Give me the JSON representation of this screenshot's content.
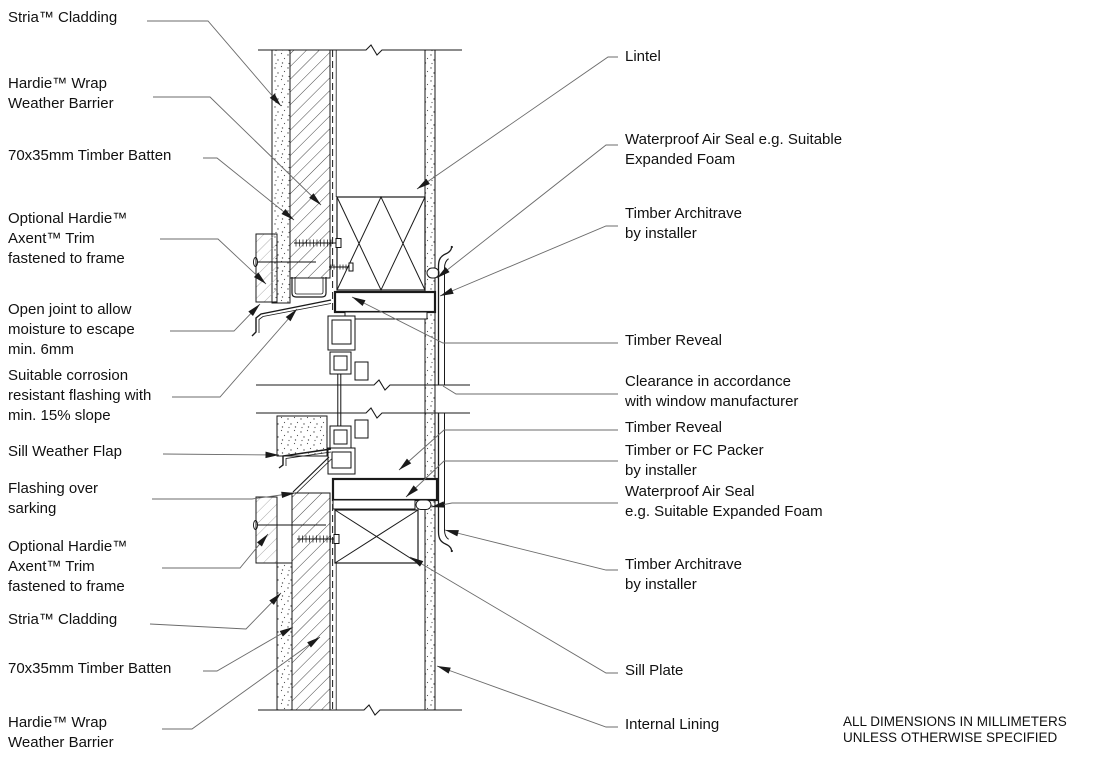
{
  "diagram": {
    "type": "architectural-section-detail",
    "subject": "Stria Cladding window head and sill detail",
    "colors": {
      "background": "#ffffff",
      "line": "#1a1a1a",
      "leader": "#6b6b6b"
    },
    "left_labels": [
      {
        "id": "stria-cladding-top",
        "text": "Stria™ Cladding"
      },
      {
        "id": "hardie-wrap-top",
        "text": "Hardie™ Wrap\nWeather Barrier"
      },
      {
        "id": "timber-batten-top",
        "text": "70x35mm Timber Batten"
      },
      {
        "id": "axent-trim-head",
        "text": "Optional Hardie™\nAxent™ Trim\nfastened to frame"
      },
      {
        "id": "open-joint",
        "text": "Open joint to allow\nmoisture to escape\nmin. 6mm"
      },
      {
        "id": "corrosion-flashing",
        "text": "Suitable corrosion\nresistant flashing with\nmin. 15% slope"
      },
      {
        "id": "sill-weather-flap",
        "text": "Sill Weather Flap"
      },
      {
        "id": "flashing-over-sarking",
        "text": "Flashing over\nsarking"
      },
      {
        "id": "axent-trim-sill",
        "text": "Optional Hardie™\nAxent™ Trim\nfastened to frame"
      },
      {
        "id": "stria-cladding-bottom",
        "text": "Stria™ Cladding"
      },
      {
        "id": "timber-batten-bottom",
        "text": "70x35mm Timber Batten"
      },
      {
        "id": "hardie-wrap-bottom",
        "text": "Hardie™ Wrap\nWeather Barrier"
      }
    ],
    "right_labels": [
      {
        "id": "lintel",
        "text": "Lintel"
      },
      {
        "id": "air-seal-head",
        "text": "Waterproof Air Seal e.g. Suitable\nExpanded Foam"
      },
      {
        "id": "architrave-head",
        "text": "Timber Architrave\nby installer"
      },
      {
        "id": "timber-reveal-head",
        "text": "Timber Reveal"
      },
      {
        "id": "clearance",
        "text": "Clearance in accordance\nwith window manufacturer"
      },
      {
        "id": "timber-reveal-sill",
        "text": "Timber Reveal"
      },
      {
        "id": "fc-packer",
        "text": "Timber or FC Packer\nby installer"
      },
      {
        "id": "air-seal-sill",
        "text": "Waterproof Air Seal\ne.g. Suitable Expanded Foam"
      },
      {
        "id": "architrave-sill",
        "text": "Timber Architrave\nby installer"
      },
      {
        "id": "sill-plate",
        "text": "Sill Plate"
      },
      {
        "id": "internal-lining",
        "text": "Internal Lining"
      }
    ],
    "footnote": "ALL DIMENSIONS IN MILLIMETERS\nUNLESS OTHERWISE SPECIFIED"
  }
}
